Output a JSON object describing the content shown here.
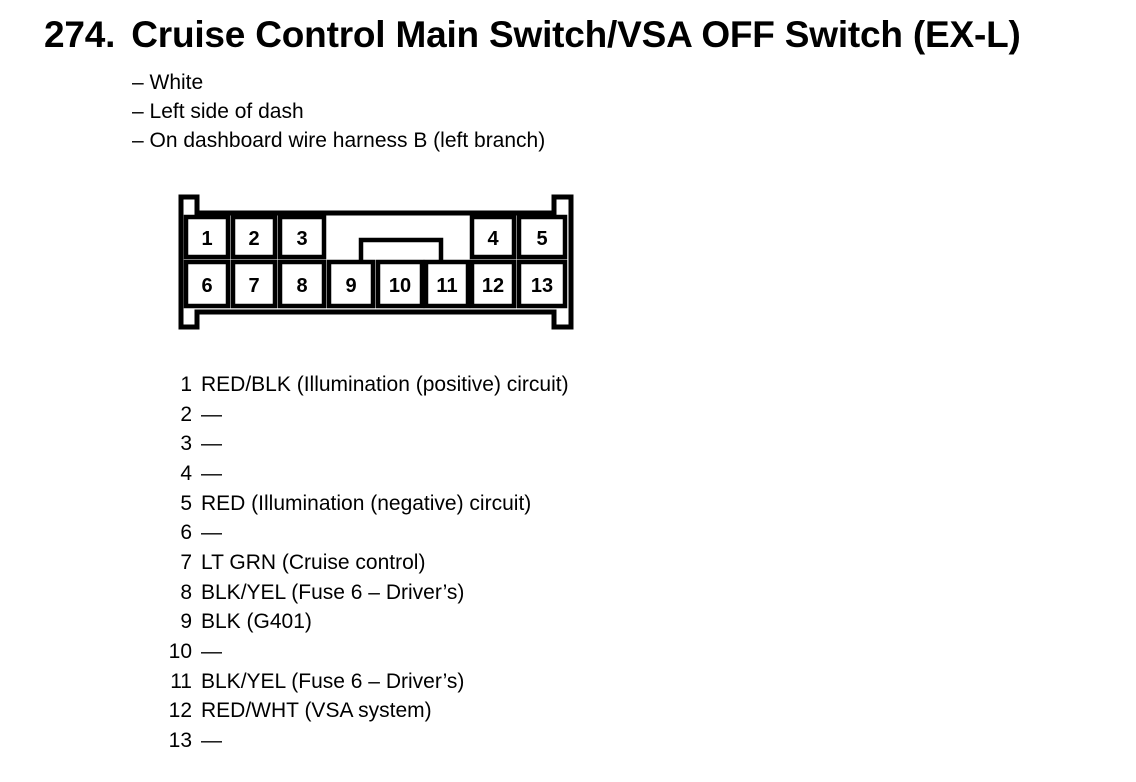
{
  "header": {
    "number": "274.",
    "title": "Cruise Control Main Switch/VSA OFF Switch (EX-L)"
  },
  "notes": [
    "– White",
    "– Left side of dash",
    "– On dashboard wire harness B (left branch)"
  ],
  "connector": {
    "top_row": [
      "1",
      "2",
      "3",
      "4",
      "5"
    ],
    "bottom_row": [
      "6",
      "7",
      "8",
      "9",
      "10",
      "11",
      "12",
      "13"
    ]
  },
  "pins": [
    {
      "num": "1",
      "desc": "RED/BLK (Illumination (positive) circuit)"
    },
    {
      "num": "2",
      "desc": "—"
    },
    {
      "num": "3",
      "desc": "—"
    },
    {
      "num": "4",
      "desc": "—"
    },
    {
      "num": "5",
      "desc": "RED (Illumination (negative) circuit)"
    },
    {
      "num": "6",
      "desc": "—"
    },
    {
      "num": "7",
      "desc": "LT GRN (Cruise control)"
    },
    {
      "num": "8",
      "desc": "BLK/YEL (Fuse 6 – Driver’s)"
    },
    {
      "num": "9",
      "desc": "BLK (G401)"
    },
    {
      "num": "10",
      "desc": "—"
    },
    {
      "num": "11",
      "desc": "BLK/YEL (Fuse 6 – Driver’s)"
    },
    {
      "num": "12",
      "desc": "RED/WHT (VSA system)"
    },
    {
      "num": "13",
      "desc": "—"
    }
  ]
}
